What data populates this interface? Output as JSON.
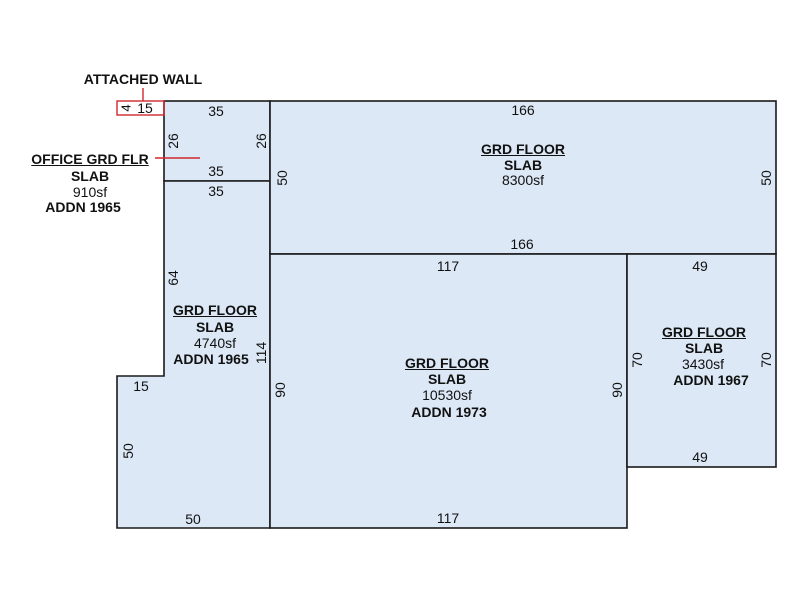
{
  "colors": {
    "fill": "#dce8f6",
    "stroke": "#1a1a1a",
    "callout": "#d0282d"
  },
  "callouts": {
    "attached_wall": "ATTACHED WALL",
    "attached_wall_dims": {
      "depth": "4",
      "length": "15"
    }
  },
  "office": {
    "name": "OFFICE GRD FLR",
    "type": "SLAB",
    "area": "910sf",
    "year": "ADDN 1965",
    "dims": {
      "top": "35",
      "bottom": "35",
      "left": "26",
      "right": "26"
    }
  },
  "left_wing": {
    "name": "GRD FLOOR",
    "type": "SLAB",
    "area": "4740sf",
    "year": "ADDN 1965",
    "dims": {
      "top": "35",
      "upper_left": "64",
      "right": "114",
      "step": "15",
      "lower_left": "50",
      "bottom": "50"
    }
  },
  "top_block": {
    "name": "GRD FLOOR",
    "type": "SLAB",
    "area": "8300sf",
    "dims": {
      "top": "166",
      "bottom": "166",
      "left": "50",
      "right": "50"
    }
  },
  "center_block": {
    "name": "GRD FLOOR",
    "type": "SLAB",
    "area": "10530sf",
    "year": "ADDN 1973",
    "dims": {
      "top": "117",
      "bottom": "117",
      "left": "90",
      "right": "90"
    }
  },
  "right_block": {
    "name": "GRD FLOOR",
    "type": "SLAB",
    "area": "3430sf",
    "year": "ADDN 1967",
    "dims": {
      "top": "49",
      "bottom": "49",
      "left": "70",
      "right": "70"
    }
  }
}
